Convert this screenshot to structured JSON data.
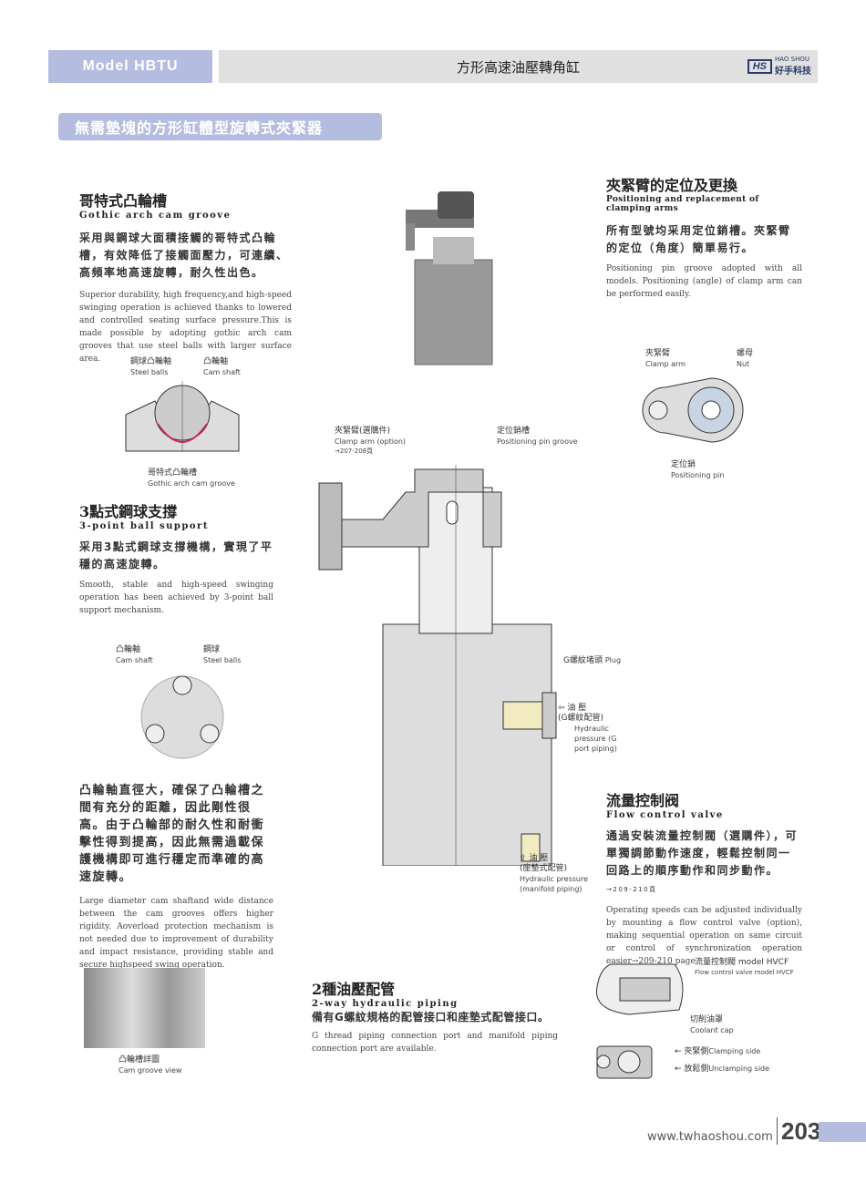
{
  "header": {
    "model": "Model HBTU",
    "title": "方形高速油壓轉角缸",
    "logo_mark": "HS",
    "logo_en": "HAO SHOU",
    "logo_cn": "好手科技"
  },
  "banner": "無需墊塊的方形缸體型旋轉式夾緊器",
  "gothic": {
    "title_cn": "哥特式凸輪槽",
    "title_en": "Gothic arch cam groove",
    "body_cn": "采用與鋼球大面積接觸的哥特式凸輪槽，有效降低了接觸面壓力，可連續、高頻率地高速旋轉，耐久性出色。",
    "body_en": "Superior durability, high frequency,and high-speed swinging operation is achieved thanks to lowered and controlled seating surface pressure.This is made possible by adopting gothic arch cam grooves that use steel balls with larger surface area.",
    "labels": [
      {
        "cn": "鋼球凸輪軸",
        "en": "Steel balls"
      },
      {
        "cn": "凸輪軸",
        "en": "Cam shaft"
      },
      {
        "cn": "哥特式凸輪槽",
        "en": "Gothic arch cam groove"
      }
    ]
  },
  "ball": {
    "title_cn": "3點式鋼球支撐",
    "title_en": "3-point ball support",
    "body_cn": "采用3點式鋼球支撐機構，實現了平穩的高速旋轉。",
    "body_en": "Smooth, stable and high-speed swinging operation has been achieved by 3-point ball support mechanism.",
    "labels": [
      {
        "cn": "凸輪軸",
        "en": "Cam shaft"
      },
      {
        "cn": "鋼球",
        "en": "Steel balls"
      }
    ]
  },
  "cam": {
    "body_cn": "凸輪軸直徑大，確保了凸輪槽之間有充分的距離，因此剛性很高。由于凸輪部的耐久性和耐衝擊性得到提高，因此無需過載保護機構即可進行穩定而準確的高速旋轉。",
    "body_en": "Large diameter cam shaftand wide distance between the cam grooves offers higher rigidity. Aoverload protection mechanism is not needed due to improvement of durability and impact resistance, providing stable and secure highspeed swing operation.",
    "view_cn": "凸輪槽詳圖",
    "view_en": "Cam groove view"
  },
  "positioning": {
    "title_cn": "夾緊臂的定位及更換",
    "title_en": "Positioning and replacement of clamping arms",
    "body_cn": "所有型號均采用定位銷槽。夾緊臂的定位（角度）簡單易行。",
    "body_en": "Positioning pin groove adopted with all models. Positioning (angle) of clamp arm can be performed easily.",
    "labels": [
      {
        "cn": "夾緊臂",
        "en": "Clamp arm"
      },
      {
        "cn": "螺母",
        "en": "Nut"
      },
      {
        "cn": "定位銷",
        "en": "Positioning pin"
      }
    ]
  },
  "section": {
    "clamp_cn": "夾緊臂(選購件)",
    "clamp_en": "Clamp arm (option)",
    "clamp_ref": "→207-208頁",
    "groove_cn": "定位銷槽",
    "groove_en": "Positioning pin groove",
    "plug_cn": "G螺紋堵頭",
    "plug_en": "Plug",
    "gport_cn1": "油 壓",
    "gport_cn2": "(G螺紋配管)",
    "gport_en": "Hydraulic pressure (G port piping)",
    "mani_cn1": "油 壓",
    "mani_cn2": "(座墊式配管)",
    "mani_en": "Hydraulic pressure (manifold piping)"
  },
  "flow": {
    "title_cn": "流量控制阀",
    "title_en": "Flow control valve",
    "body_cn": "通過安裝流量控制閥（選購件），可單獨調節動作速度，輕鬆控制同一回路上的順序動作和同步動作。",
    "ref": "→209-210頁",
    "body_en": "Operating speeds can be adjusted individually by mounting a flow control valve (option), making sequential operation on same circuit or control of synchronization operation easier→209-210 page",
    "labels": {
      "valve_cn": "流量控制閥 model HVCF",
      "valve_en": "Flow control valve model HVCF",
      "cap_cn": "切削油罩",
      "cap_en": "Coolant cap",
      "clamp": "夾緊側",
      "clamp_en": "Clamping side",
      "unclamp": "放鬆側",
      "unclamp_en": "Unclamping side"
    }
  },
  "piping": {
    "title_cn": "2種油壓配管",
    "title_en": "2-way hydraulic piping",
    "body_cn": "備有G螺紋規格的配管接口和座墊式配管接口。",
    "body_en": "G thread piping connection port and manifold piping connection port are available."
  },
  "footer": {
    "url": "www.twhaoshou.com",
    "page": "203"
  }
}
